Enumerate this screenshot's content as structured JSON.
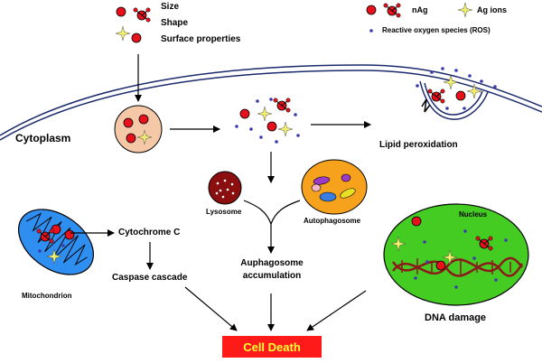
{
  "legend_top_left": {
    "size": "Size",
    "shape": "Shape",
    "surface": "Surface properties"
  },
  "legend_top_right": {
    "nag": "nAg",
    "ag_ions": "Ag ions",
    "ros": "Reactive oxygen species (ROS)"
  },
  "labels": {
    "cytoplasm": "Cytoplasm",
    "lipid_peroxidation": "Lipid peroxidation",
    "lysosome": "Lysosome",
    "autophagosome": "Autophagosome",
    "cytochrome_c": "Cytochrome C",
    "caspase_cascade": "Caspase cascade",
    "mitochondrion": "Mitochondrion",
    "autophagosome_accumulation_line1": "Auphagosome",
    "autophagosome_accumulation_line2": "accumulation",
    "nucleus": "Nucleus",
    "dna_damage": "DNA damage",
    "cell_death": "Cell Death"
  },
  "colors": {
    "nag_red": "#e8101a",
    "ion_yellow": "#f5f06a",
    "ros_blue": "#3b3bb0",
    "vesicle_fill": "#f5c9a8",
    "mito_fill": "#2f8ff0",
    "lysosome_fill": "#8b0f0f",
    "autophagosome_fill": "#f6a21c",
    "nucleus_fill": "#44cc22",
    "dna_strand": "#8b1a1a",
    "cell_death_bg": "#ff1a1a",
    "cell_death_text": "#ffff33"
  }
}
